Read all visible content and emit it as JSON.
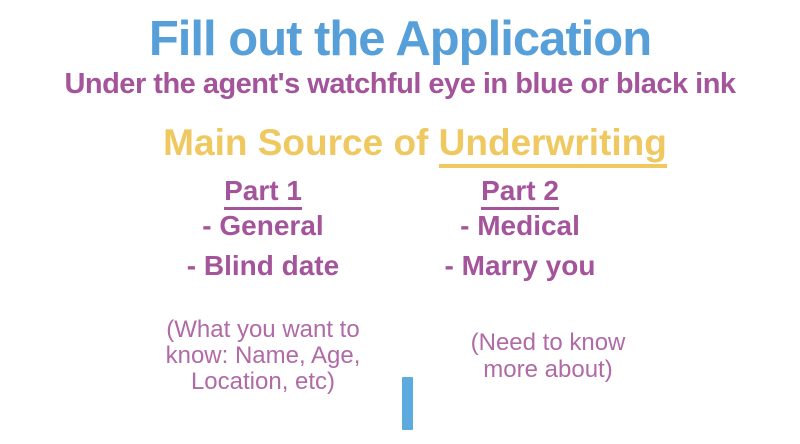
{
  "slide": {
    "title": "Fill out the Application",
    "subtitle": "Under the agent's watchful eye in blue or black ink",
    "heading": {
      "prefix": "Main Source of ",
      "underlined": "Underwriting"
    },
    "columns": [
      {
        "header": "Part 1",
        "items": [
          "- General",
          "- Blind date"
        ],
        "note_lines": [
          "(What you want to",
          "know: Name, Age,",
          "Location, etc)"
        ]
      },
      {
        "header": "Part 2",
        "items": [
          "- Medical",
          "- Marry you"
        ],
        "note_lines": [
          "(Need to know",
          "more about)"
        ]
      }
    ]
  },
  "colors": {
    "title-blue": "#579fd9",
    "subtitle-purple": "#a4549a",
    "heading-yellow": "#f0c860",
    "list-purple": "#a4549a",
    "note-purple": "#b06ba7",
    "cursor-blue": "#5caade",
    "background": "#ffffff"
  }
}
